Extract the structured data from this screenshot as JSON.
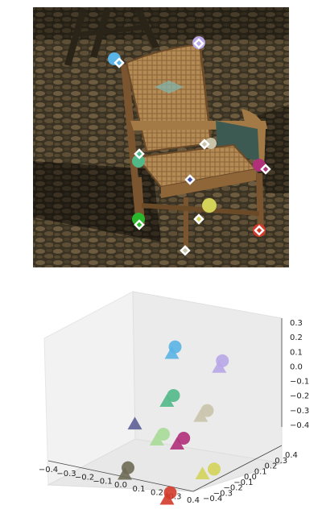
{
  "photo": {
    "subject": "wicker-chair-on-cobblestones",
    "keypoint_colors": [
      "#5ab4e6",
      "#b9a7e8",
      "#52b888",
      "#c9c3aa",
      "#b0307a",
      "#d3d35a",
      "#2bb52b",
      "#d33a2a"
    ]
  },
  "chart_data": {
    "type": "scatter",
    "projection": "3d",
    "title": "",
    "xlabel": "",
    "ylabel": "",
    "zlabel": "",
    "x_ticks": [
      "−0.4",
      "−0.3",
      "−0.2",
      "−0.1",
      "0.0",
      "0.1",
      "0.2",
      "0.3",
      "0.4"
    ],
    "y_ticks": [
      "−0.4",
      "−0.3",
      "−0.2",
      "−0.1",
      "0.0",
      "0.1",
      "0.2",
      "0.3",
      "0.4"
    ],
    "z_ticks": [
      "−0.4",
      "−0.3",
      "−0.2",
      "−0.1",
      "0.0",
      "0.1",
      "0.2",
      "0.3"
    ],
    "grid": false,
    "legend": "none",
    "series": [
      {
        "marker": "circle",
        "points": [
          {
            "color": "#5ab4e6",
            "x": 0.05,
            "y": 0.2,
            "z": 0.3
          },
          {
            "color": "#b9a7e8",
            "x": 0.3,
            "y": 0.25,
            "z": 0.25
          },
          {
            "color": "#52b888",
            "x": 0.1,
            "y": 0.1,
            "z": 0.05
          },
          {
            "color": "#c9c3aa",
            "x": 0.3,
            "y": 0.1,
            "z": 0.0
          },
          {
            "color": "#b0307a",
            "x": 0.22,
            "y": 0.0,
            "z": -0.15
          },
          {
            "color": "#a8dc98",
            "x": 0.1,
            "y": 0.0,
            "z": -0.15
          },
          {
            "color": "#d3d35a",
            "x": 0.4,
            "y": 0.0,
            "z": -0.3
          },
          {
            "color": "#6e6a56",
            "x": -0.05,
            "y": -0.1,
            "z": -0.35
          },
          {
            "color": "#d33a2a",
            "x": 0.2,
            "y": -0.1,
            "z": -0.45
          }
        ]
      },
      {
        "marker": "triangle",
        "points": [
          {
            "color": "#5ab4e6",
            "x": 0.05,
            "y": 0.2,
            "z": 0.28
          },
          {
            "color": "#b9a7e8",
            "x": 0.3,
            "y": 0.25,
            "z": 0.23
          },
          {
            "color": "#52b888",
            "x": 0.08,
            "y": 0.1,
            "z": 0.03
          },
          {
            "color": "#c9c3aa",
            "x": 0.28,
            "y": 0.1,
            "z": -0.02
          },
          {
            "color": "#5c5f96",
            "x": -0.05,
            "y": 0.0,
            "z": -0.1
          },
          {
            "color": "#b0307a",
            "x": 0.2,
            "y": 0.0,
            "z": -0.17
          },
          {
            "color": "#a8dc98",
            "x": 0.08,
            "y": 0.0,
            "z": -0.17
          },
          {
            "color": "#d3d35a",
            "x": 0.35,
            "y": 0.0,
            "z": -0.32
          },
          {
            "color": "#6e6a56",
            "x": -0.05,
            "y": -0.1,
            "z": -0.37
          },
          {
            "color": "#d33a2a",
            "x": 0.2,
            "y": -0.1,
            "z": -0.47
          }
        ]
      }
    ]
  }
}
